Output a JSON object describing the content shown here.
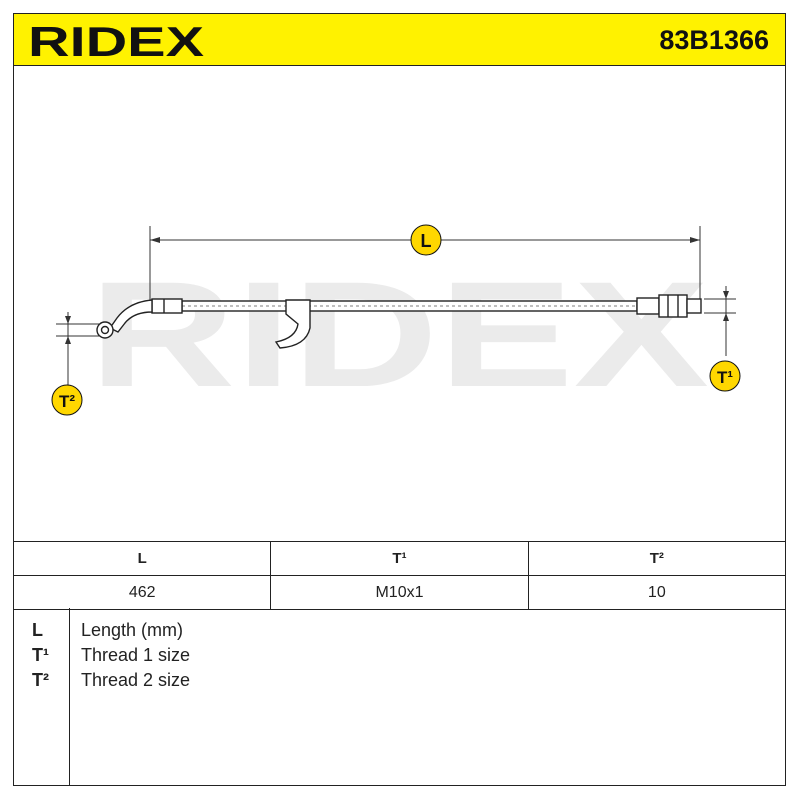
{
  "header": {
    "brand": "RIDEX",
    "part_number": "83B1366",
    "accent_color": "#fff200"
  },
  "diagram": {
    "watermark": "RIDEX",
    "dimension_labels": {
      "length": "L",
      "thread1": "T¹",
      "thread2": "T²"
    },
    "badge_color": "#ffd700"
  },
  "spec_table": {
    "headers": [
      "L",
      "T¹",
      "T²"
    ],
    "values": [
      "462",
      "M10x1",
      "10"
    ]
  },
  "legend": [
    {
      "key": "L",
      "text": "Length (mm)"
    },
    {
      "key": "T¹",
      "text": "Thread 1 size"
    },
    {
      "key": "T²",
      "text": "Thread 2 size"
    }
  ]
}
